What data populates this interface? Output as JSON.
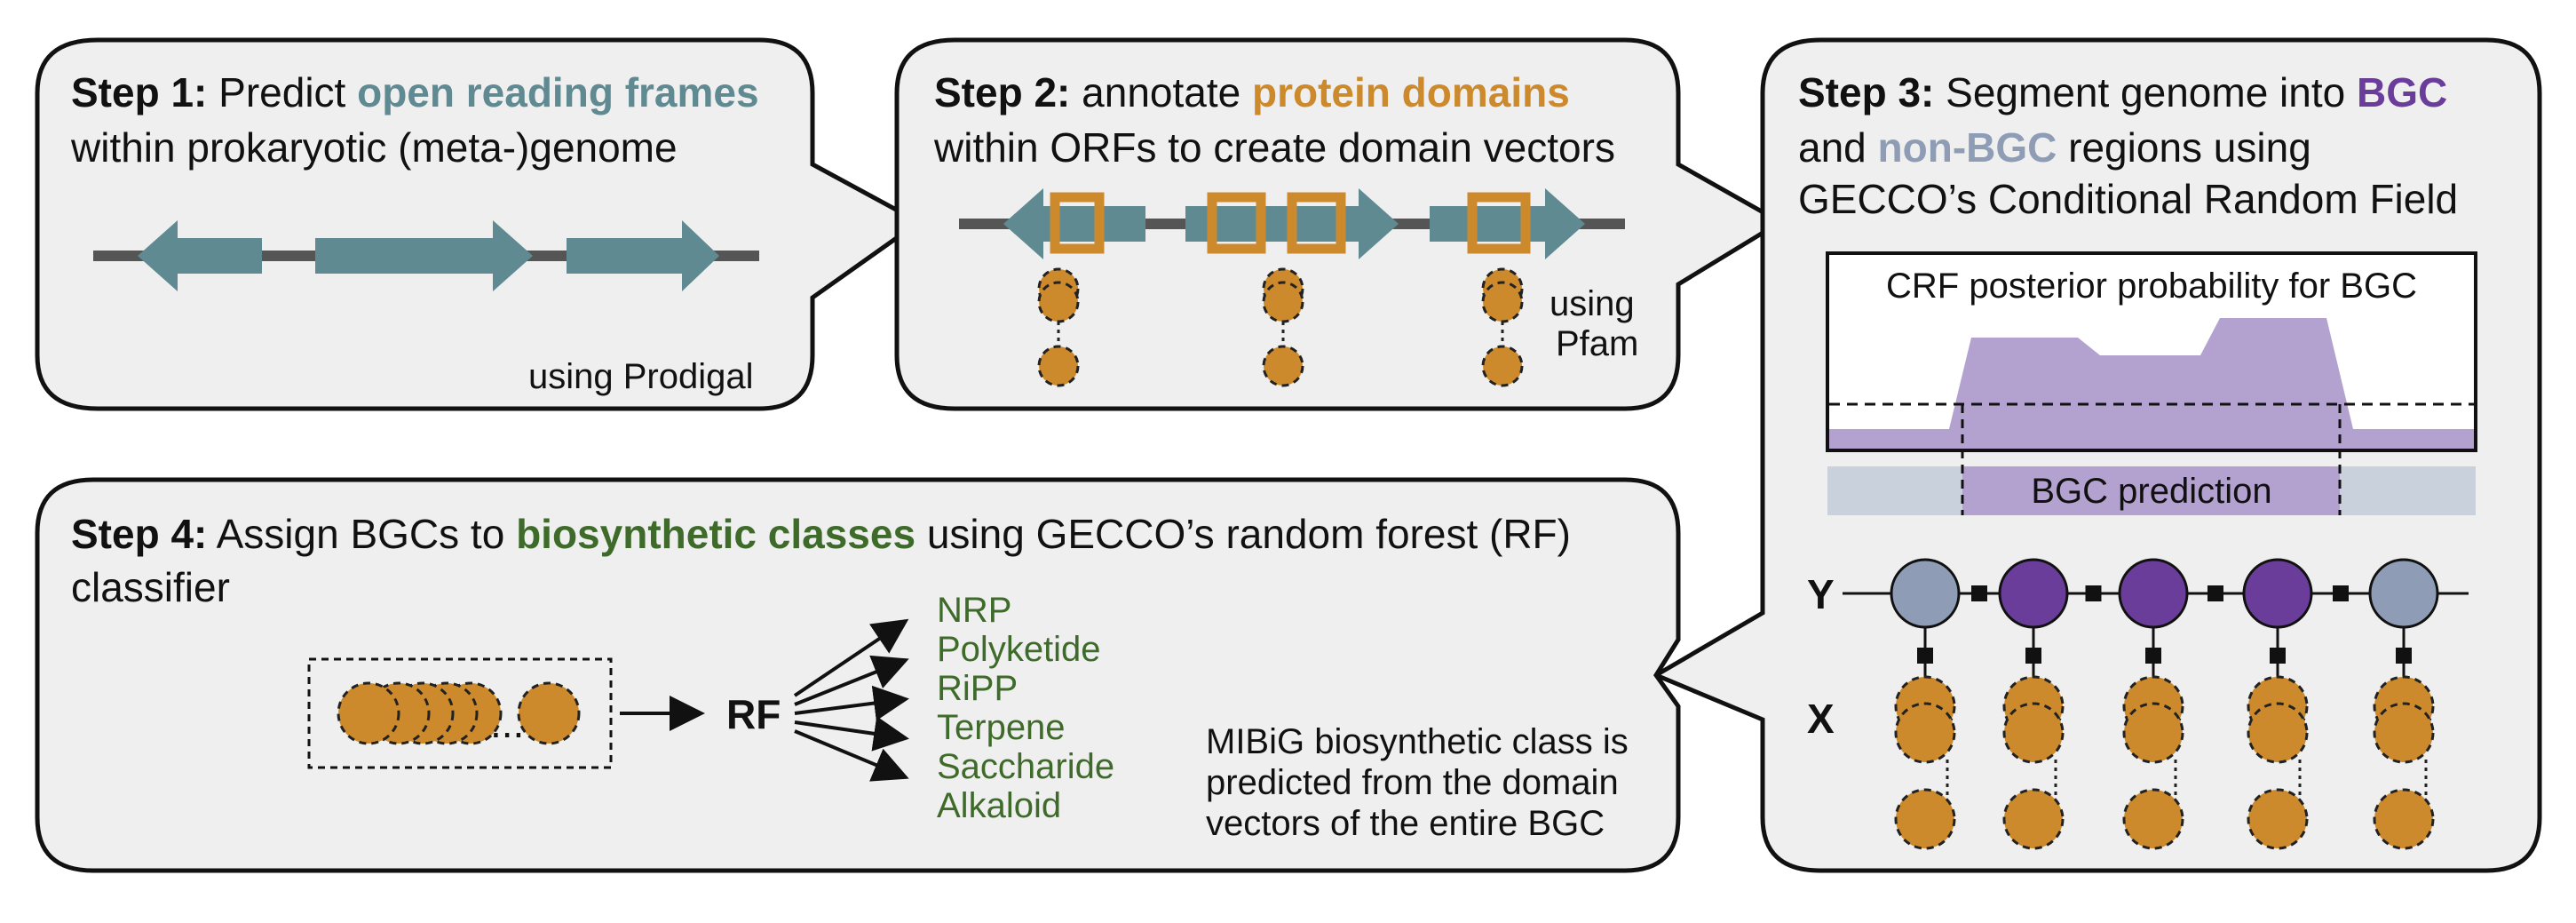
{
  "colors": {
    "orf": "#5f8a92",
    "domain": "#cc8a2c",
    "bgc": "#6a3d9a",
    "non_bgc": "#8e9db5",
    "classes": "#3e6b2a",
    "crf_fill": "#b3a2cf",
    "prediction_bar": "#c9d1dc",
    "panel": "#efefef"
  },
  "step1": {
    "prefix": "Step 1:",
    "text_before": " Predict ",
    "highlight": "open reading frames",
    "line2": "within prokaryotic (meta-)genome",
    "tool": "using Prodigal"
  },
  "step2": {
    "prefix": "Step 2:",
    "text_before": " annotate ",
    "highlight": "protein domains",
    "line2": "within ORFs to create domain vectors",
    "tool_line1": "using",
    "tool_line2": "Pfam"
  },
  "step3": {
    "prefix": "Step 3:",
    "text_before": " Segment genome into ",
    "highlight_bgc": "BGC",
    "line2_before": "and ",
    "highlight_non_bgc": "non-BGC",
    "line2_after": " regions using",
    "line3": "GECCO’s Conditional Random Field",
    "crf_title": "CRF posterior probability for BGC",
    "prediction_label": "BGC prediction",
    "y_label": "Y",
    "x_label": "X",
    "y_states": [
      "non-BGC",
      "BGC",
      "BGC",
      "BGC",
      "non-BGC"
    ]
  },
  "step4": {
    "prefix": "Step 4:",
    "text_before": " Assign BGCs to ",
    "highlight": "biosynthetic classes",
    "text_after": " using GECCO’s random forest (RF)",
    "line2": "classifier",
    "rf_label": "RF",
    "ellipsis": "...",
    "classes": [
      "NRP",
      "Polyketide",
      "RiPP",
      "Terpene",
      "Saccharide",
      "Alkaloid"
    ],
    "note_line1": "MIBiG biosynthetic class is",
    "note_line2": "predicted from the domain",
    "note_line3": "vectors of the entire BGC"
  }
}
